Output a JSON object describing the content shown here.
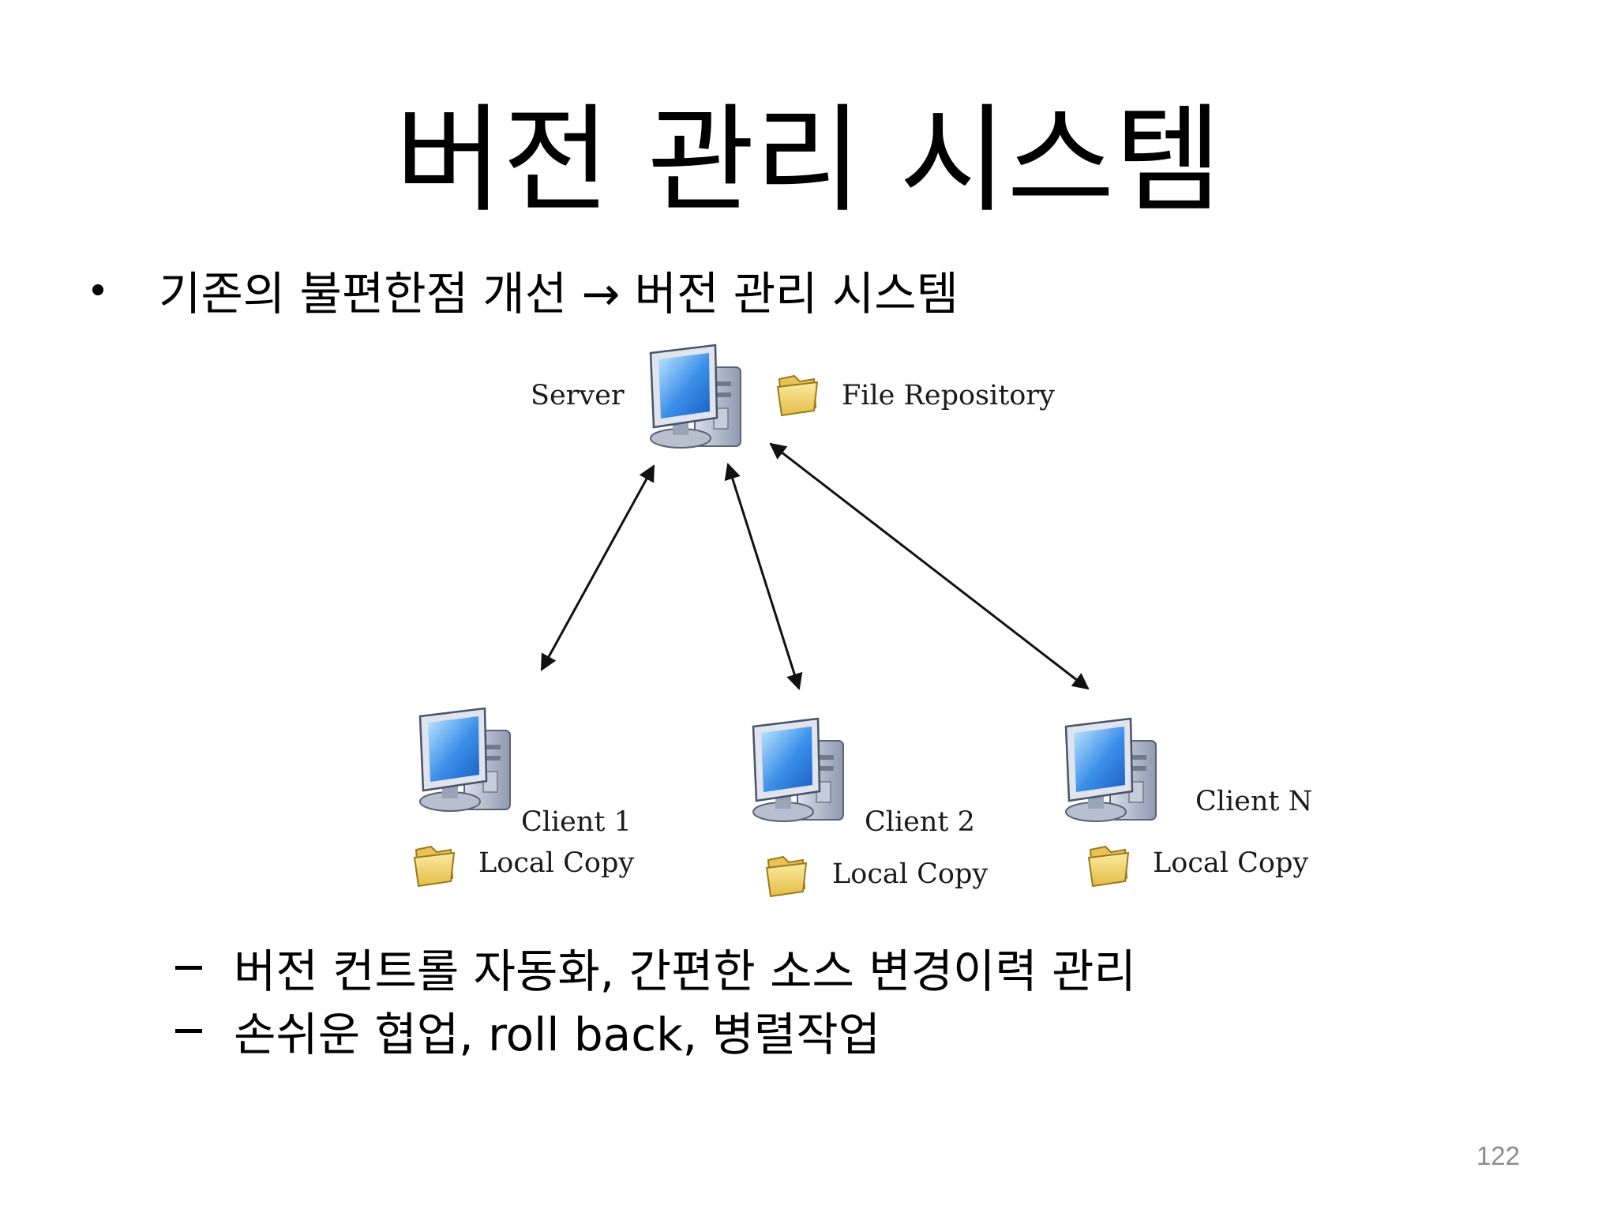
{
  "slide": {
    "title": "버전 관리 시스템",
    "bullet": "기존의 불편한점 개선 → 버전 관리 시스템",
    "sub_points": [
      "버전 컨트롤 자동화,  간편한 소스 변경이력 관리",
      "손쉬운 협업, roll back, 병렬작업"
    ],
    "page_number": "122"
  },
  "diagram": {
    "server_label": "Server",
    "repository_label": "File Repository",
    "clients": [
      {
        "name": "Client 1",
        "copy_label": "Local Copy"
      },
      {
        "name": "Client 2",
        "copy_label": "Local Copy"
      },
      {
        "name": "Client N",
        "copy_label": "Local Copy"
      }
    ],
    "icons": [
      "computer-icon",
      "folder-icon",
      "double-arrow-icon"
    ],
    "colors": {
      "screen_blue": "#3a8ee8",
      "tower_gray": "#a9b4c6",
      "folder_yellow": "#f1d36a",
      "arrow": "#111111"
    }
  }
}
